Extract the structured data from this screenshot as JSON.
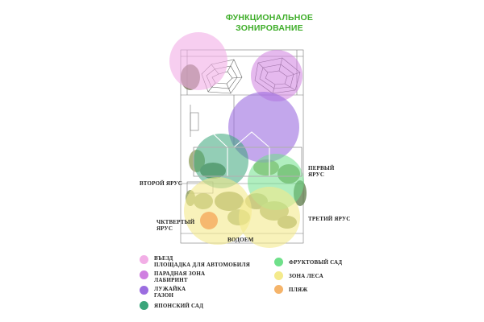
{
  "title": {
    "line1": "ФУНКЦИОНАЛЬНОЕ",
    "line2": "ЗОНИРОВАНИЕ"
  },
  "labels": {
    "second_tier": "ВТОРОЙ ЯРУС",
    "first_tier_1": "ПЕРВЫЙ",
    "first_tier_2": "ЯРУС",
    "fourth_tier_1": "ЧКТВЕРТЫЙ",
    "fourth_tier_2": "ЯРУС",
    "third_tier": "ТРЕТИЙ ЯРУС",
    "pond": "ВОДОЕМ"
  },
  "legend": [
    {
      "lines": [
        "ВЪЕЗД",
        "ПЛОЩАДКА ДЛЯ АВТОМОБИЛЯ"
      ],
      "color": "#f2aee6"
    },
    {
      "lines": [
        "ПАРАДНАЯ ЗОНА",
        "ЛАБИРИНТ"
      ],
      "color": "#cf7fe0"
    },
    {
      "lines": [
        "ЛУЖАЙКА",
        "ГАЗОН"
      ],
      "color": "#9b6de0"
    },
    {
      "lines": [
        "ЯПОНСКИЙ САД"
      ],
      "color": "#3aa57a"
    },
    {
      "lines": [
        "ФРУКТОВЫЙ САД"
      ],
      "color": "#6fe08a"
    },
    {
      "lines": [
        "ЗОНА ЛЕСА"
      ],
      "color": "#f4ea8c"
    },
    {
      "lines": [
        "ПЛЯЖ"
      ],
      "color": "#f5b46a"
    }
  ],
  "zone_colors": {
    "entrance": "#f2aee6",
    "parade": "#cf7fe0",
    "lawn": "#9b6de0",
    "japanese": "#3aa57a",
    "fruit": "#6fe08a",
    "forest": "#f4ea8c",
    "beach": "#f5b46a"
  }
}
